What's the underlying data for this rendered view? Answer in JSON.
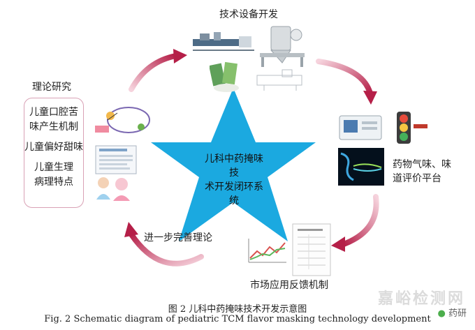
{
  "labels": {
    "tech": "技术设备开发",
    "theory_title": "理论研究",
    "evaluation": "药物气味、味\n道评价平台",
    "improve": "进一步完善理论",
    "market": "市场应用反馈机制",
    "center": "儿科中药掩味技\n术开发闭环系统"
  },
  "theory_items": [
    "儿童口腔苦\n味产生机制",
    "儿童偏好甜味",
    "儿童生理\n病理特点"
  ],
  "caption": {
    "cn": "图 2  儿科中药掩味技术开发示意图",
    "en": "Fig. 2 Schematic diagram of pediatric TCM flavor masking technology development"
  },
  "watermark": {
    "main": "嘉峪检测网",
    "sub": "药研"
  },
  "colors": {
    "star": "#1ba9e0",
    "arrow_light": "#f3c6d3",
    "arrow_dark": "#b51f48",
    "box_border": "#d9a1b5"
  }
}
